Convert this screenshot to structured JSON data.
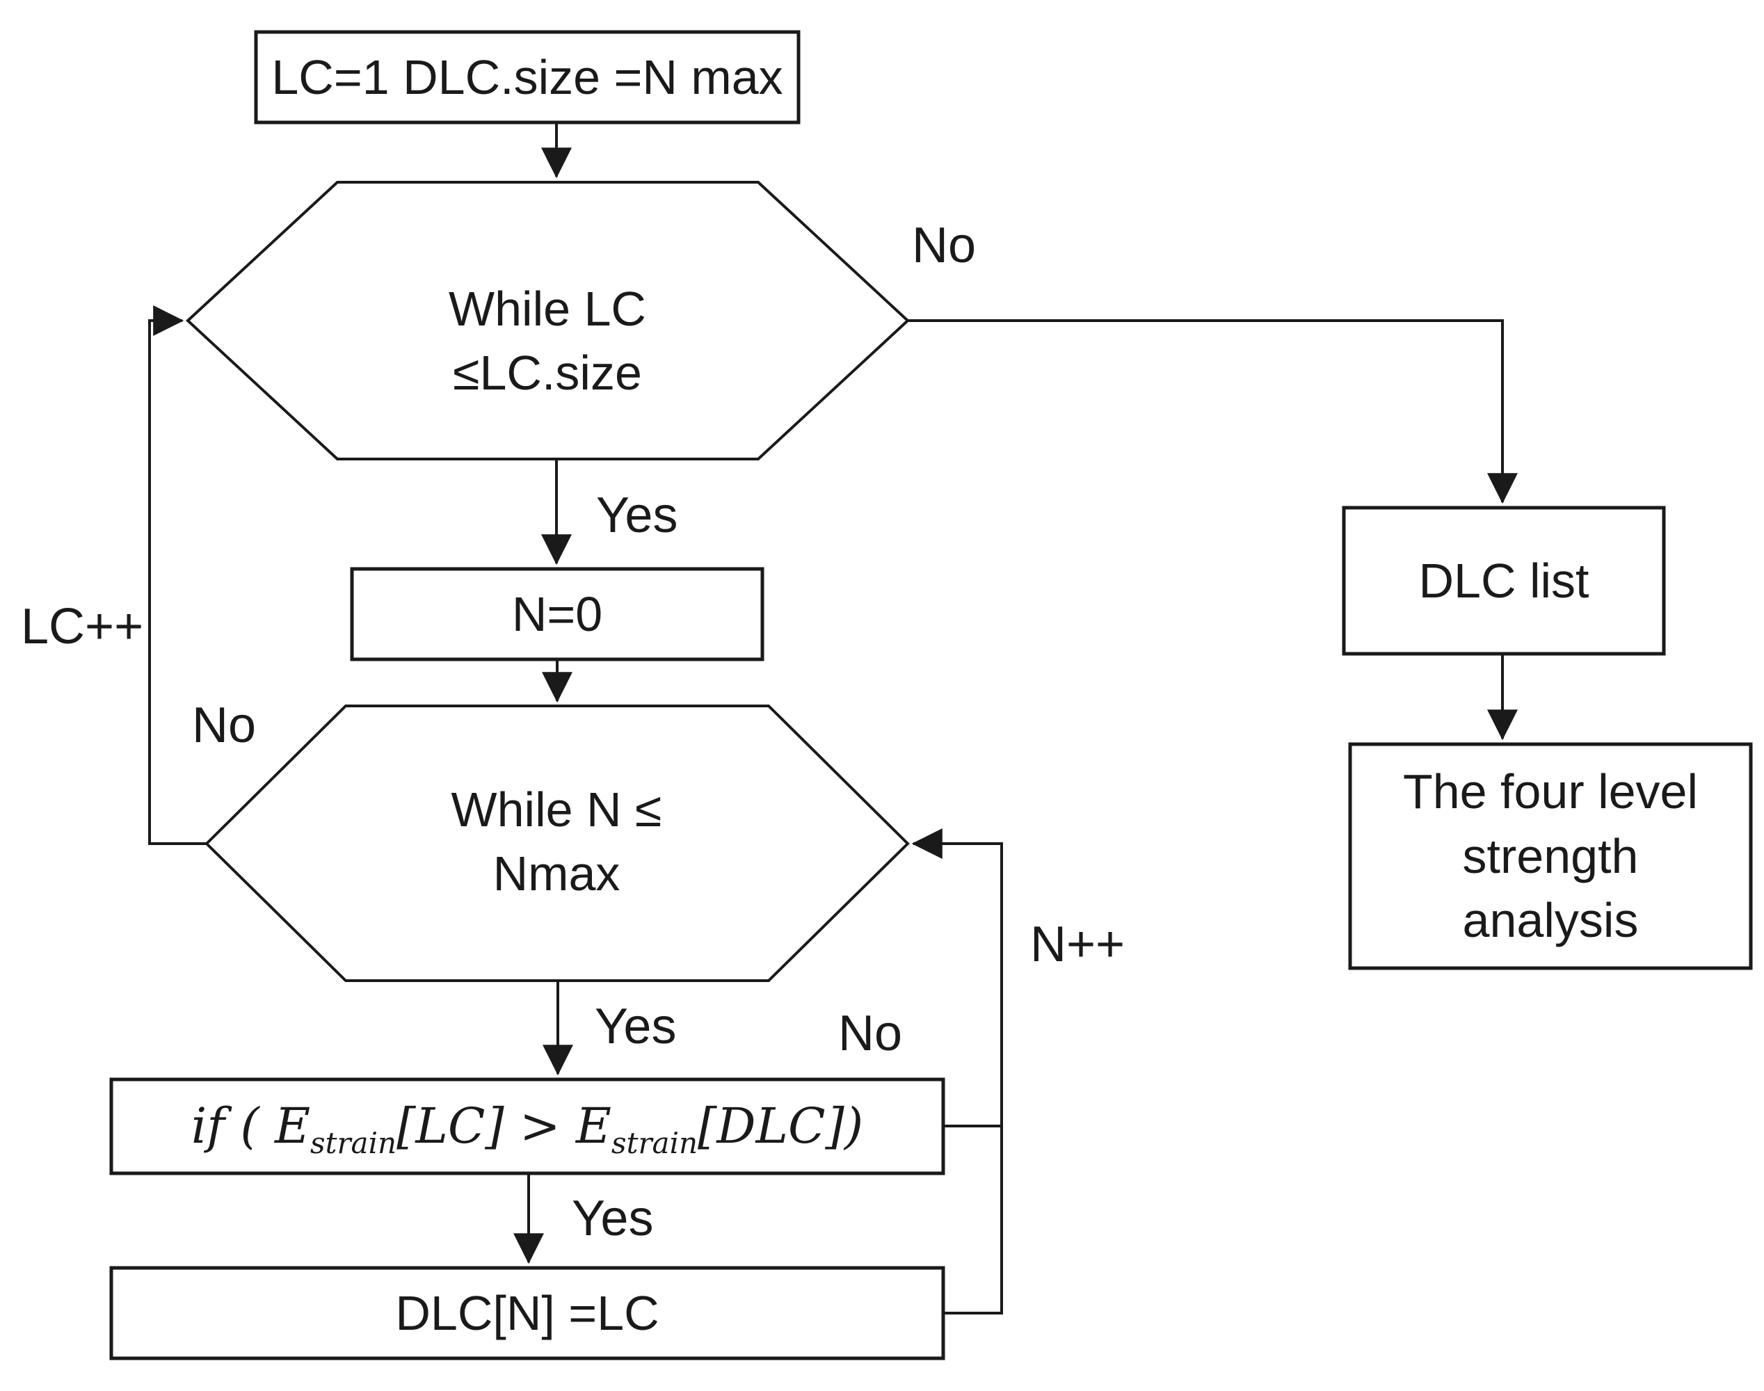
{
  "flowchart": {
    "nodes": {
      "start": {
        "label": "LC=1 DLC.size =N max"
      },
      "while_lc": {
        "line1": "While LC",
        "line2": "≤LC.size"
      },
      "n_zero": {
        "label": "N=0"
      },
      "while_n": {
        "line1": "While N ≤",
        "line2": "Nmax"
      },
      "if_condition": {
        "open": "if ( ",
        "var1": "E",
        "sub1": "strain",
        "cmp": "[LC] > ",
        "var2": "E",
        "sub2": "strain",
        "close": "[DLC])"
      },
      "dlc_assign": {
        "label": "DLC[N] =LC"
      },
      "dlc_list": {
        "label": "DLC list"
      },
      "four_level": {
        "line1": "The four level",
        "line2": "strength",
        "line3": "analysis"
      }
    },
    "edge_labels": {
      "while_lc_no": "No",
      "while_lc_yes": "Yes",
      "while_n_no": "No",
      "while_n_yes": "Yes",
      "if_yes": "Yes",
      "if_no": "No",
      "lc_increment": "LC++",
      "n_increment": "N++"
    },
    "colors": {
      "line": "#1a1a1a",
      "background": "#ffffff",
      "text": "#1a1a1a"
    }
  }
}
